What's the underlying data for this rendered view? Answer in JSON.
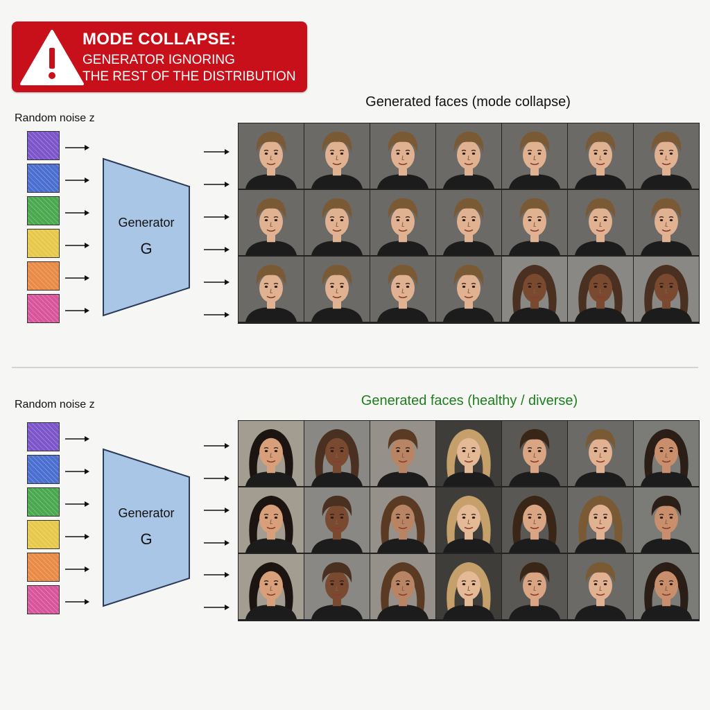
{
  "banner": {
    "title": "MODE COLLAPSE:",
    "line1": "GENERATOR IGNORING",
    "line2": "THE REST OF THE DISTRIBUTION",
    "color": "#c8101a",
    "icon": "warning-triangle-icon"
  },
  "collapse": {
    "noise_label": "Random noise z",
    "generator_label": "Generator",
    "generator_letter": "G",
    "grid_title": "Generated faces (mode collapse)",
    "title_color": "#111111",
    "noise_colors": [
      "#7b55c9",
      "#4a6fd0",
      "#4aa84e",
      "#e6c94a",
      "#e98a45",
      "#d9559b"
    ],
    "faces": [
      [
        "m",
        "m",
        "m",
        "m",
        "m",
        "m",
        "m"
      ],
      [
        "m",
        "m",
        "m",
        "m",
        "m",
        "m",
        "m"
      ],
      [
        "m",
        "m",
        "m",
        "m",
        "f",
        "f",
        "f"
      ]
    ]
  },
  "healthy": {
    "noise_label": "Random noise z",
    "generator_label": "Generator",
    "generator_letter": "G",
    "grid_title": "Generated faces (healthy / diverse)",
    "title_color": "#1e7d1e",
    "noise_colors": [
      "#7b55c9",
      "#4a6fd0",
      "#4aa84e",
      "#e6c94a",
      "#e98a45",
      "#d9559b"
    ],
    "faces": [
      [
        "f",
        "f",
        "m",
        "f",
        "m",
        "m",
        "f"
      ],
      [
        "f",
        "m",
        "f",
        "f",
        "f",
        "f",
        "m"
      ],
      [
        "f",
        "m",
        "f",
        "f",
        "m",
        "m",
        "f"
      ]
    ]
  },
  "face_palette": {
    "skin": [
      "#d9a583",
      "#e1b291",
      "#c98f6c",
      "#d7a07b",
      "#7a4a30",
      "#b88463",
      "#e3b996"
    ],
    "hair": [
      "#2b1e16",
      "#3a2616",
      "#5a3a22",
      "#1b1411",
      "#7a5a34",
      "#c5a06a",
      "#4a3020"
    ],
    "bg": [
      "#6c6a66",
      "#8a8884",
      "#5a5854",
      "#a39d91",
      "#3f3d3a",
      "#7b7b78",
      "#95908a"
    ]
  }
}
